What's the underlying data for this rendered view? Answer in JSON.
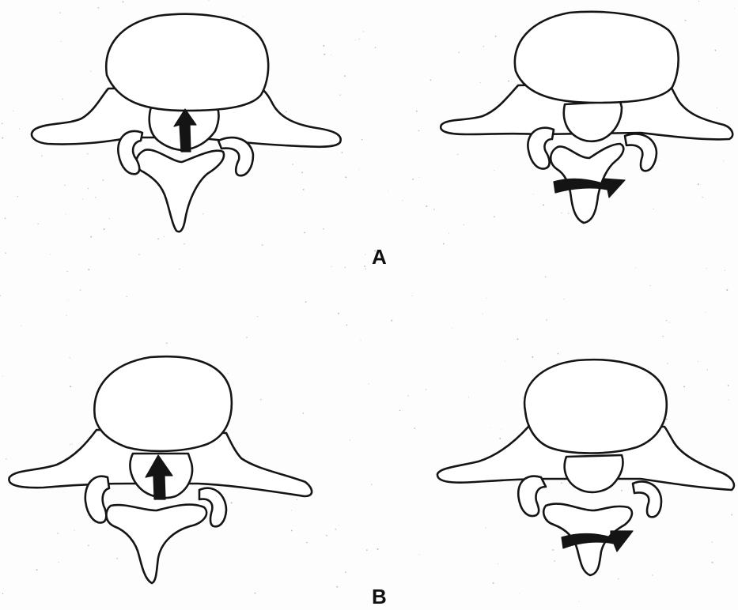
{
  "labels": {
    "a": "A",
    "b": "B"
  },
  "panels": [
    {
      "id": "top-left",
      "arrow_direction": "up"
    },
    {
      "id": "top-right",
      "arrow_direction": "right"
    },
    {
      "id": "bottom-left",
      "arrow_direction": "up"
    },
    {
      "id": "bottom-right",
      "arrow_direction": "right"
    }
  ],
  "colors": {
    "line": "#151515",
    "background": "#ffffff"
  }
}
